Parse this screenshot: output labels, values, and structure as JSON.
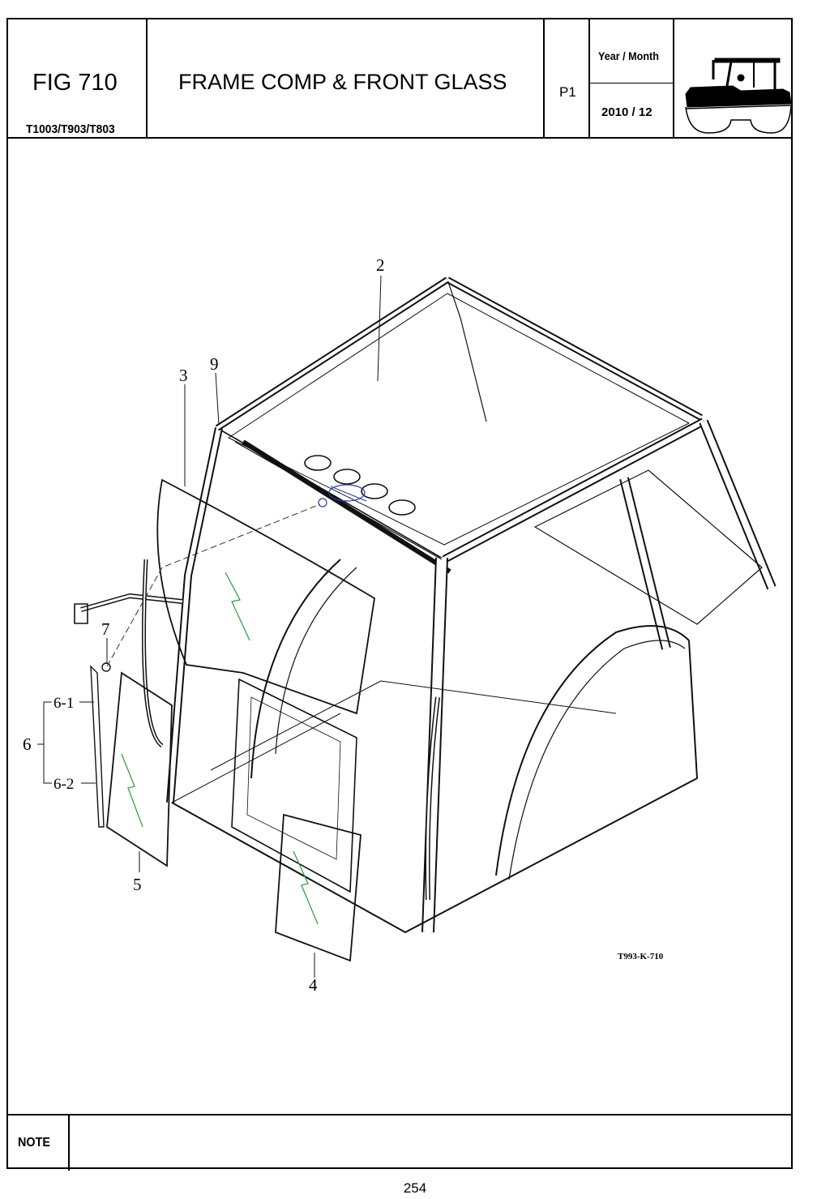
{
  "header": {
    "fig_code": "FIG 710",
    "models": "T1003/T903/T803",
    "title": "FRAME COMP & FRONT GLASS",
    "page_tag": "P1",
    "year_month_label": "Year / Month",
    "year_month_value": "2010 / 12",
    "logo_icon": "tractor-icon"
  },
  "diagram": {
    "callouts": {
      "c2": "2",
      "c3": "3",
      "c9": "9",
      "c7": "7",
      "c6_1": "6-1",
      "c6": "6",
      "c6_2": "6-2",
      "c5": "5",
      "c4": "4"
    },
    "drawing_code": "T993-K-710"
  },
  "footer": {
    "note_label": "NOTE",
    "page_number": "254"
  }
}
